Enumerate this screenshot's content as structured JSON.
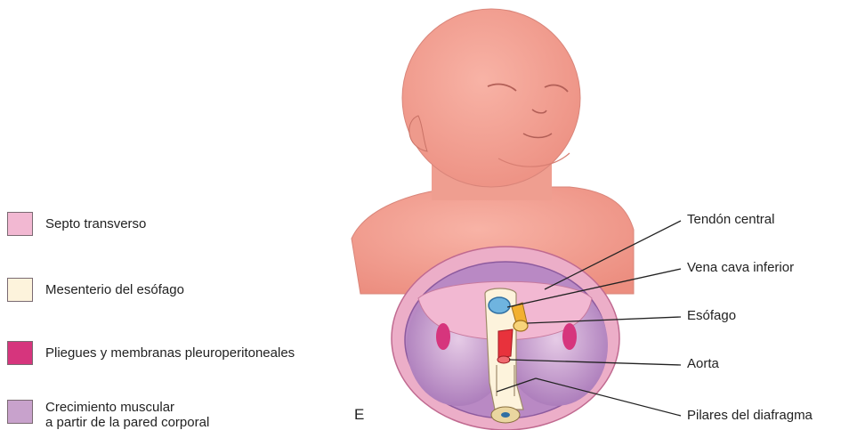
{
  "legend": [
    {
      "lines": [
        "Septo transverso"
      ],
      "color": "#f2b8d2"
    },
    {
      "lines": [
        "Mesenterio del esófago"
      ],
      "color": "#fdf3dc"
    },
    {
      "lines": [
        "Pliegues y membranas pleuroperitoneales"
      ],
      "color": "#d6357d"
    },
    {
      "lines": [
        "Crecimiento muscular",
        "a partir de la pared corporal"
      ],
      "color": "#c8a2cc"
    }
  ],
  "labels": {
    "tendon": "Tendón central",
    "vena": "Vena cava inferior",
    "esofago": "Esófago",
    "aorta": "Aorta",
    "pilares": "Pilares del diafragma"
  },
  "panel_letter": "E"
}
